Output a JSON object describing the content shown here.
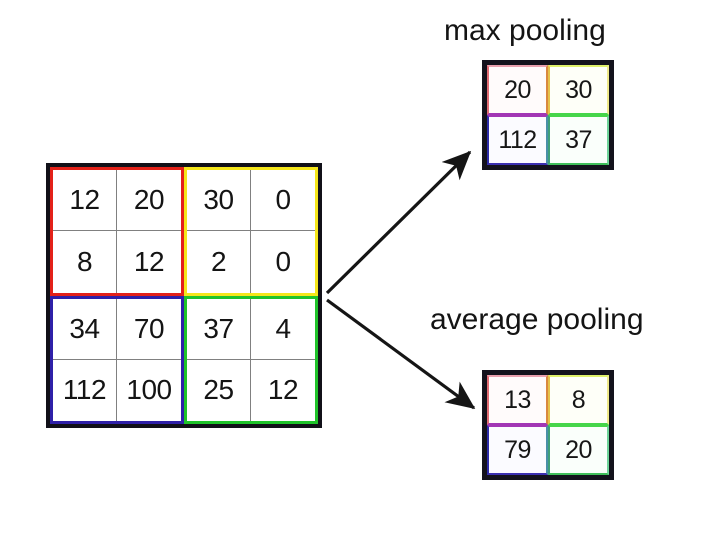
{
  "diagram": {
    "background": "#ffffff",
    "input": {
      "name": "input-feature-map",
      "rows": 4,
      "cols": 4,
      "values": [
        [
          12,
          20,
          30,
          0
        ],
        [
          8,
          12,
          2,
          0
        ],
        [
          34,
          70,
          37,
          4
        ],
        [
          112,
          100,
          25,
          12
        ]
      ],
      "quadrants": [
        {
          "id": "top-left",
          "color": "#e32119",
          "values": [
            12,
            20,
            8,
            12
          ]
        },
        {
          "id": "top-right",
          "color": "#f5e61a",
          "values": [
            30,
            0,
            2,
            0
          ]
        },
        {
          "id": "bottom-left",
          "color": "#2f20a8",
          "values": [
            34,
            70,
            112,
            100
          ]
        },
        {
          "id": "bottom-right",
          "color": "#1fc32a",
          "values": [
            37,
            4,
            25,
            12
          ]
        }
      ],
      "outer_border_color": "#111018",
      "gridline_color": "#808080"
    },
    "outputs": [
      {
        "id": "max-pooling",
        "title": "max pooling",
        "rows": 2,
        "cols": 2,
        "values": [
          [
            20,
            30
          ],
          [
            112,
            37
          ]
        ],
        "outer_border_color": "#13121c"
      },
      {
        "id": "average-pooling",
        "title": "average pooling",
        "rows": 2,
        "cols": 2,
        "values": [
          [
            13,
            8
          ],
          [
            79,
            20
          ]
        ],
        "outer_border_color": "#13121c"
      }
    ],
    "arrows": [
      {
        "id": "arrow-to-max",
        "from": "input-right-edge",
        "to": "max-pooling-grid",
        "color": "#151515"
      },
      {
        "id": "arrow-to-average",
        "from": "input-right-edge",
        "to": "average-pooling-grid",
        "color": "#151515"
      }
    ]
  }
}
